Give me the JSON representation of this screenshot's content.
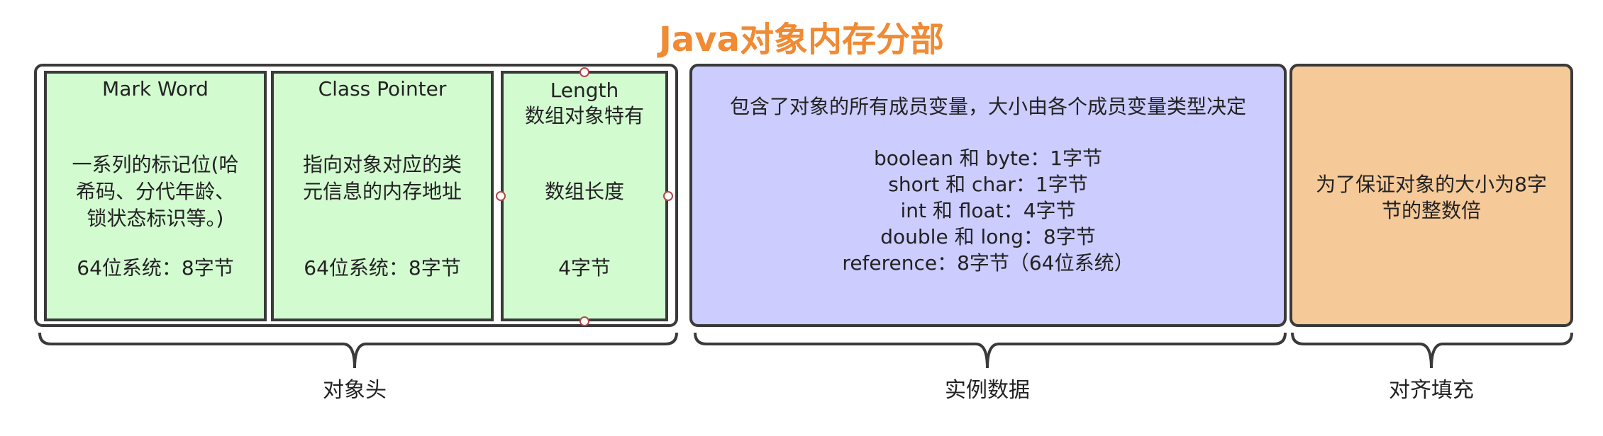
{
  "title": "Java对象内存分部",
  "header": {
    "mark_word": {
      "title": "Mark Word",
      "desc_lines": [
        "一系列的标记位(哈",
        "希码、分代年龄、",
        "锁状态标识等。)"
      ],
      "size": "64位系统：8字节"
    },
    "class_pointer": {
      "title": "Class Pointer",
      "desc_lines": [
        "指向对象对应的类",
        "元信息的内存地址"
      ],
      "size": "64位系统：8字节"
    },
    "length": {
      "title": "Length",
      "subtitle": "数组对象特有",
      "desc": "数组长度",
      "size": "4字节"
    }
  },
  "instance_data": {
    "heading": "包含了对象的所有成员变量，大小由各个成员变量类型决定",
    "lines": [
      "boolean 和 byte：1字节",
      "short 和 char：1字节",
      "int 和 float：4字节",
      "double 和 long：8字节",
      "reference：8字节（64位系统）"
    ]
  },
  "padding": {
    "lines": [
      "为了保证对象的大小为8字",
      "节的整数倍"
    ]
  },
  "labels": {
    "header": "对象头",
    "instance": "实例数据",
    "padding": "对齐填充"
  },
  "colors": {
    "title": "#f08a33",
    "header_cells": "#d3fbd0",
    "instance": "#ccccff",
    "padding": "#f6c999",
    "border": "#3a3a3a"
  }
}
